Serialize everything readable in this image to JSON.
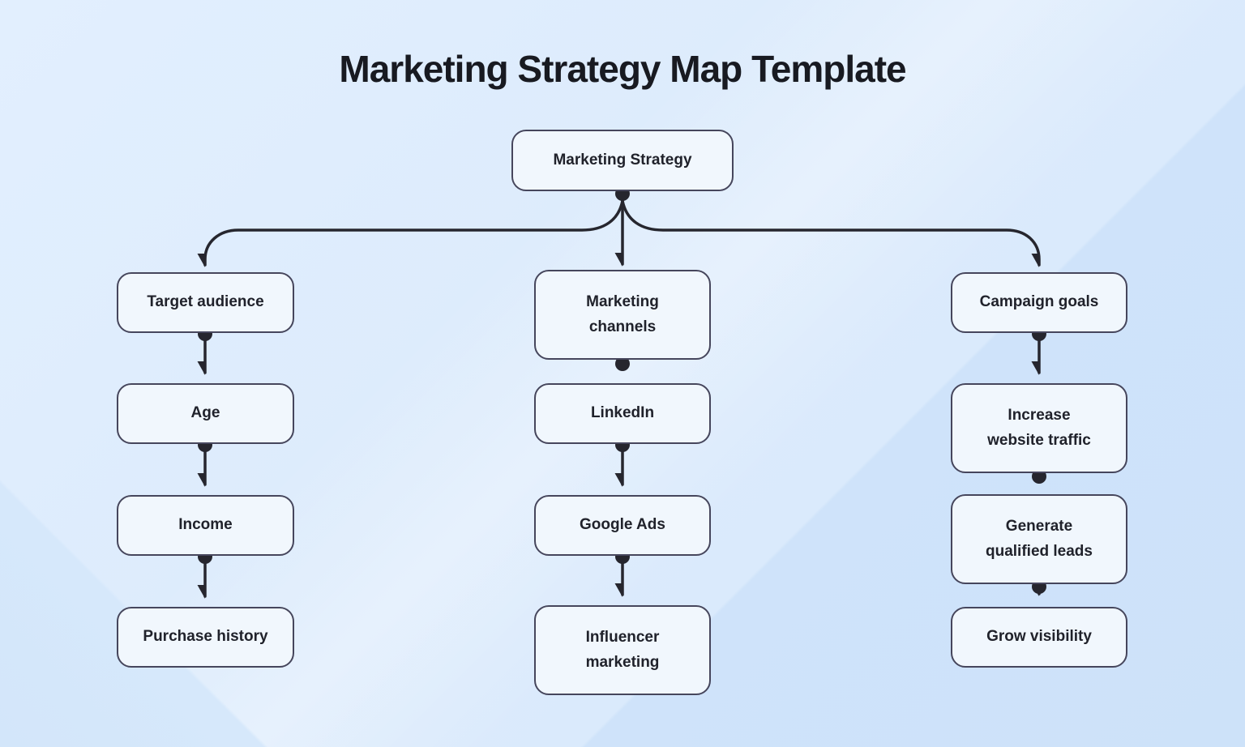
{
  "page": {
    "title": "Marketing Strategy Map Template"
  },
  "diagram": {
    "root": {
      "label": "Marketing Strategy"
    },
    "columns": [
      {
        "header": "Target audience",
        "children": [
          "Age",
          "Income",
          "Purchase history"
        ]
      },
      {
        "header": "Marketing\nchannels",
        "children": [
          "LinkedIn",
          "Google Ads",
          "Influencer\nmarketing"
        ]
      },
      {
        "header": "Campaign goals",
        "children": [
          "Increase\nwebsite traffic",
          "Generate\nqualified leads",
          "Grow visibility"
        ]
      }
    ],
    "colors": {
      "background": "#dcebfc",
      "background_band_dark": "#cde2f9",
      "node_fill": "#f1f7fd",
      "node_border": "#46465c",
      "connector": "#26262e",
      "text": "#20222b",
      "title_text": "#181a21"
    }
  }
}
